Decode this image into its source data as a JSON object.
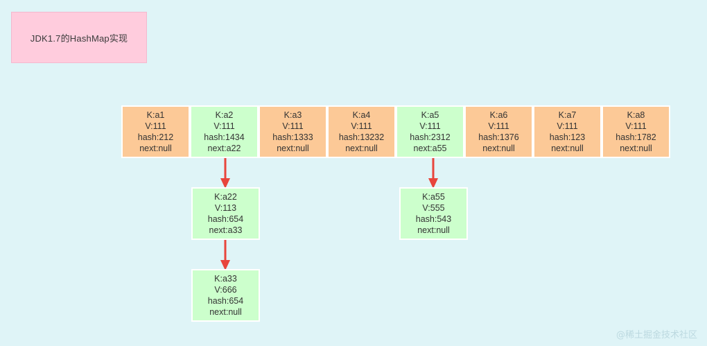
{
  "diagram": {
    "title_callout": {
      "label": "JDK1.7的HashMap实现",
      "background_color": "#ffccdd",
      "border_color": "#f4b8ce"
    },
    "background_color": "#dff4f7",
    "colors": {
      "bucket_occupied": "#fcc997",
      "bucket_chained": "#ccffcc",
      "node_fill": "#ccffcc",
      "arrow": "#e8453c",
      "text": "#333333",
      "cell_border": "#ffffff"
    },
    "bucket_array": {
      "name": "hashmap-bucket-array",
      "cells": [
        {
          "index": 0,
          "key": "K:a1",
          "value": "V:111",
          "hash": "hash:212",
          "next": "next:null",
          "color": "orange"
        },
        {
          "index": 1,
          "key": "K:a2",
          "value": "V:111",
          "hash": "hash:1434",
          "next": "next:a22",
          "color": "green"
        },
        {
          "index": 2,
          "key": "K:a3",
          "value": "V:111",
          "hash": "hash:1333",
          "next": "next:null",
          "color": "orange"
        },
        {
          "index": 3,
          "key": "K:a4",
          "value": "V:111",
          "hash": "hash:13232",
          "next": "next:null",
          "color": "orange"
        },
        {
          "index": 4,
          "key": "K:a5",
          "value": "V:111",
          "hash": "hash:2312",
          "next": "next:a55",
          "color": "green"
        },
        {
          "index": 5,
          "key": "K:a6",
          "value": "V:111",
          "hash": "hash:1376",
          "next": "next:null",
          "color": "orange"
        },
        {
          "index": 6,
          "key": "K:a7",
          "value": "V:111",
          "hash": "hash:123",
          "next": "next:null",
          "color": "orange"
        },
        {
          "index": 7,
          "key": "K:a8",
          "value": "V:111",
          "hash": "hash:1782",
          "next": "next:null",
          "color": "orange"
        }
      ]
    },
    "chain_nodes": [
      {
        "id": "a22",
        "key": "K:a22",
        "value": "V:113",
        "hash": "hash:654",
        "next": "next:a33"
      },
      {
        "id": "a33",
        "key": "K:a33",
        "value": "V:666",
        "hash": "hash:654",
        "next": "next:null"
      },
      {
        "id": "a55",
        "key": "K:a55",
        "value": "V:555",
        "hash": "hash:543",
        "next": "next:null"
      }
    ],
    "arrows": [
      {
        "from": "bucket-cell-1",
        "to": "chain-node-a22"
      },
      {
        "from": "chain-node-a22",
        "to": "chain-node-a33"
      },
      {
        "from": "bucket-cell-4",
        "to": "chain-node-a55"
      }
    ],
    "watermark": "@稀土掘金技术社区"
  }
}
